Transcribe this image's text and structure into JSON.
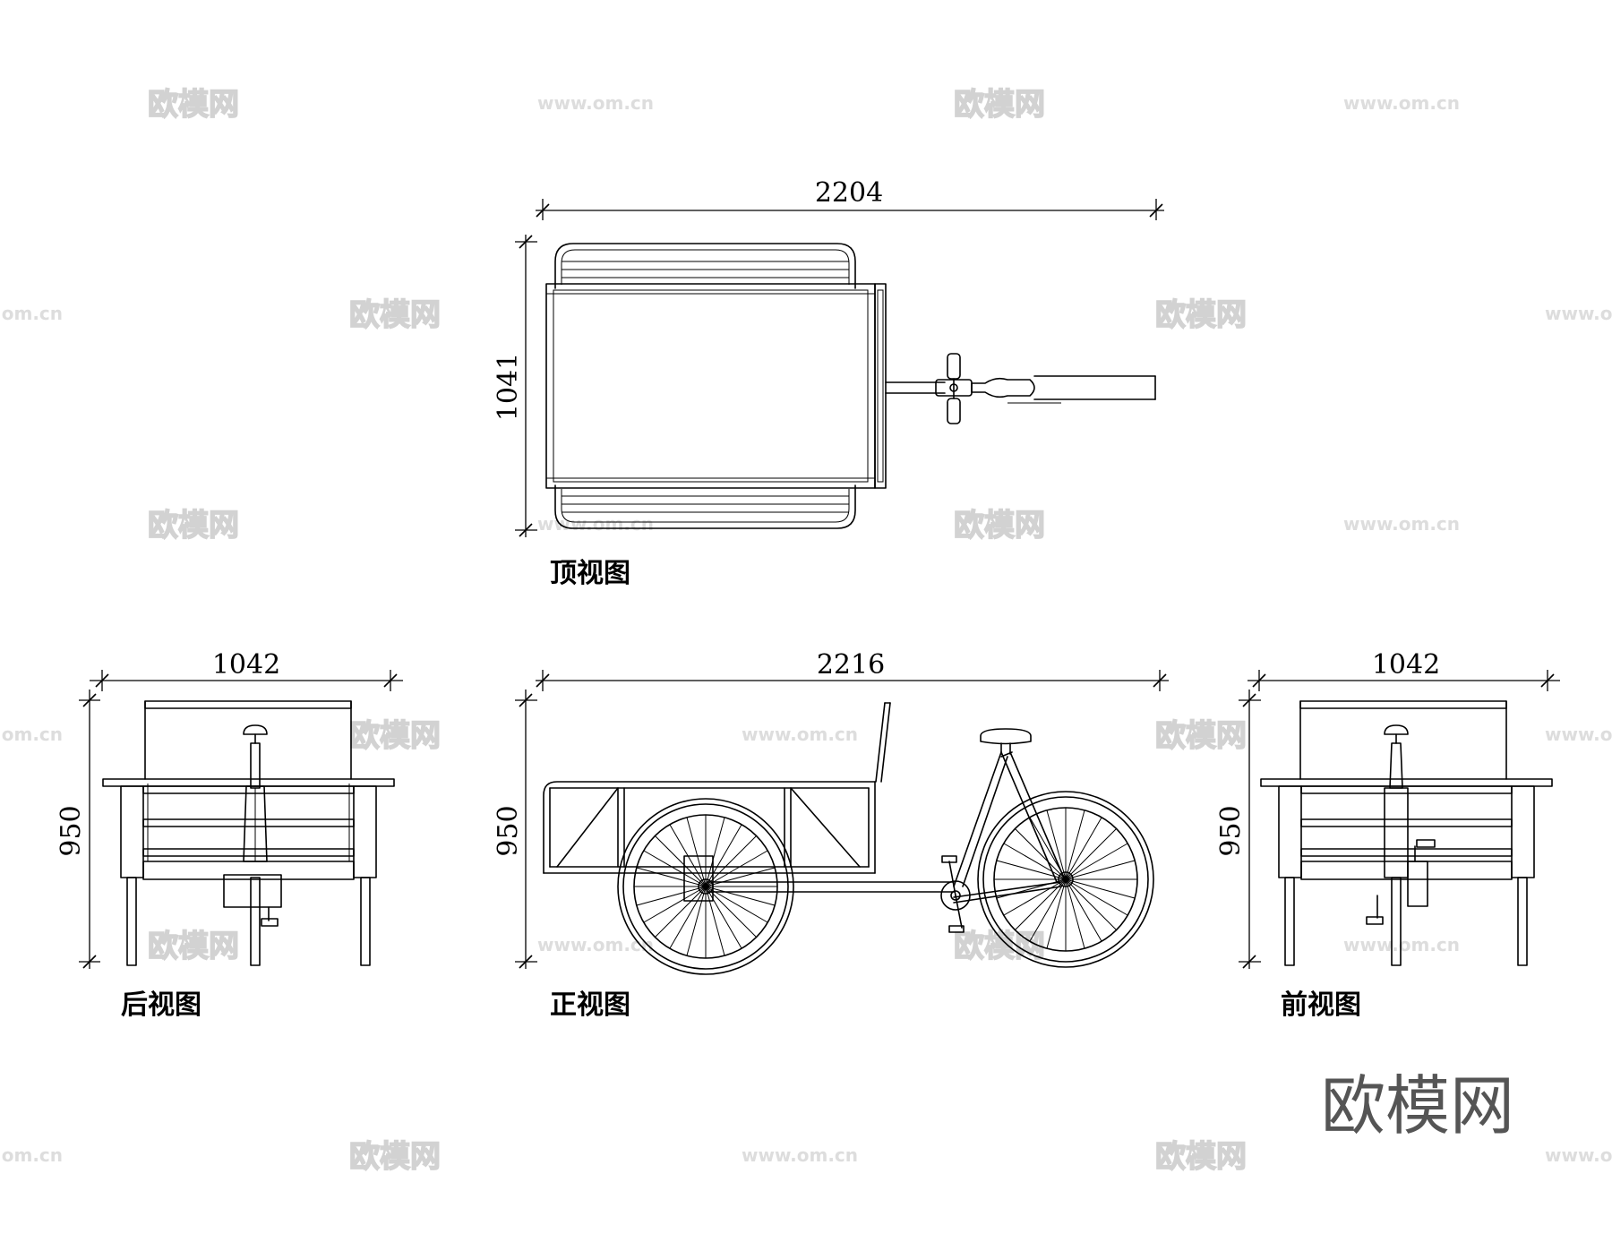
{
  "views": {
    "top": {
      "label": "顶视图",
      "length": "2204",
      "width": "1041"
    },
    "rear": {
      "label": "后视图",
      "width": "1042",
      "height": "950"
    },
    "side": {
      "label": "正视图",
      "length": "2216",
      "height": "950"
    },
    "front": {
      "label": "前视图",
      "width": "1042",
      "height": "950"
    }
  },
  "watermark": {
    "logo_text": "欧模网",
    "url_text": "www.om.cn"
  },
  "brand_text": "欧模网"
}
